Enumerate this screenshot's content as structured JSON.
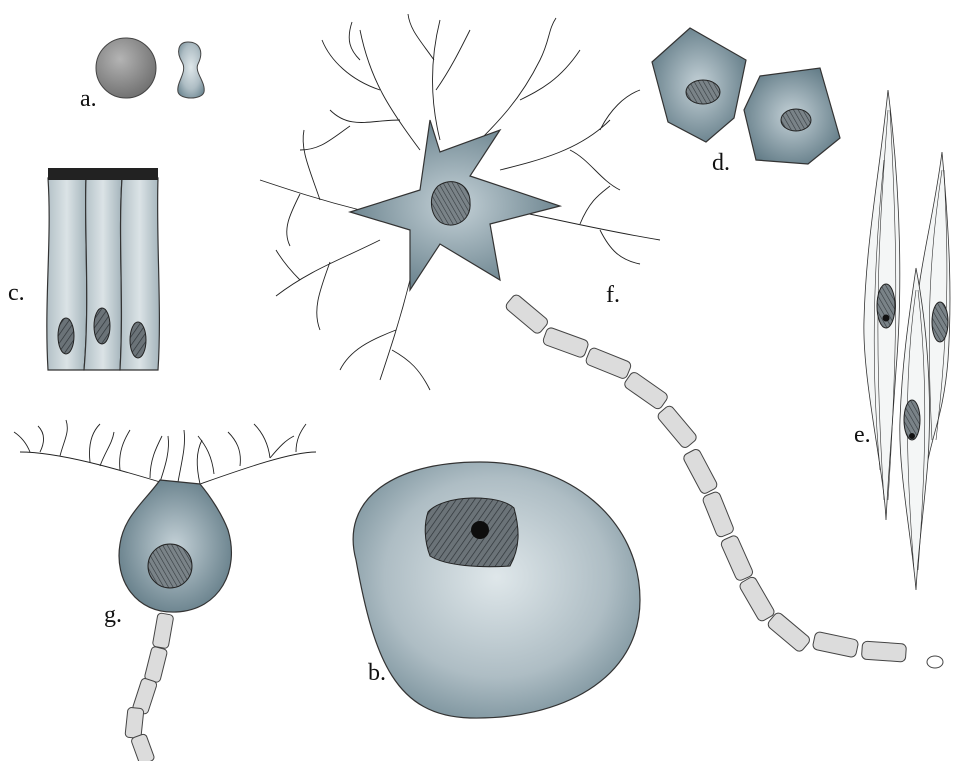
{
  "figure": {
    "panels": [
      {
        "id": "a",
        "label": "a."
      },
      {
        "id": "b",
        "label": "b."
      },
      {
        "id": "c",
        "label": "c."
      },
      {
        "id": "d",
        "label": "d."
      },
      {
        "id": "e",
        "label": "e."
      },
      {
        "id": "f",
        "label": "f."
      },
      {
        "id": "g",
        "label": "g."
      }
    ],
    "colors": {
      "cytoplasm_light": "#c9d4d8",
      "cytoplasm_dark": "#5f7a86",
      "nucleus": "#4e5a60",
      "myelin": "#dcdcdc",
      "outline": "#333333"
    }
  }
}
